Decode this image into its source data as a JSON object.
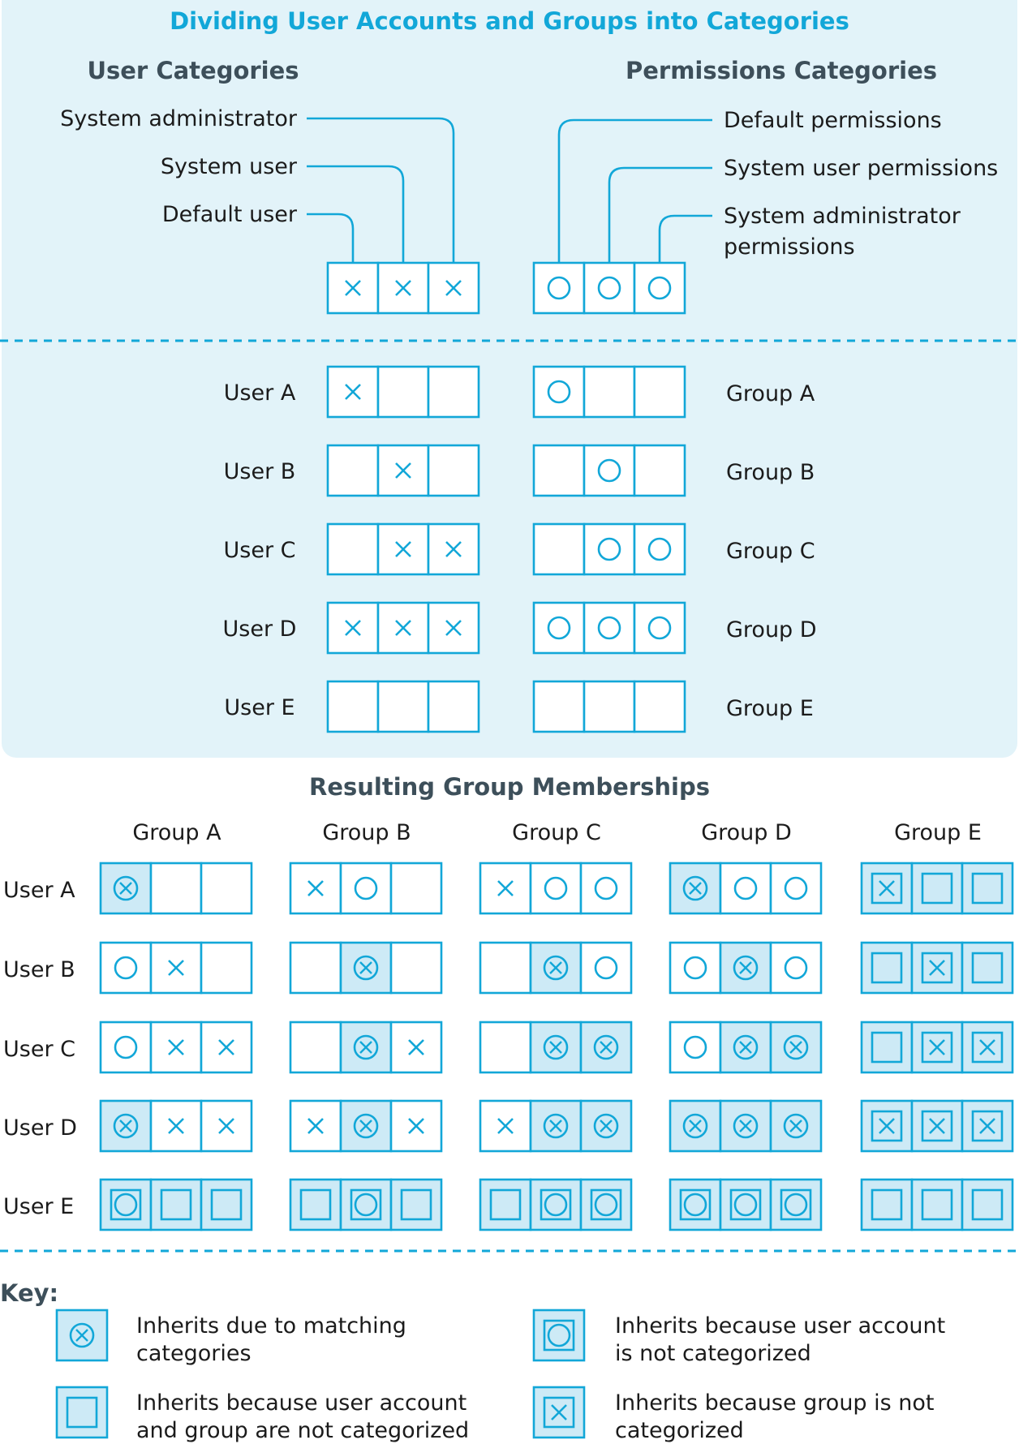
{
  "title": "Dividing User Accounts and Groups into Categories",
  "headings": {
    "user_categories": "User Categories",
    "permissions_categories": "Permissions Categories",
    "resulting": "Resulting Group Memberships",
    "key": "Key:"
  },
  "user_categories": [
    "System administrator",
    "System user",
    "Default user"
  ],
  "permission_categories": [
    "Default permissions",
    "System user permissions",
    "System administrator permissions"
  ],
  "users": [
    {
      "name": "User A",
      "cats": [
        1,
        0,
        0
      ]
    },
    {
      "name": "User B",
      "cats": [
        0,
        1,
        0
      ]
    },
    {
      "name": "User C",
      "cats": [
        0,
        1,
        1
      ]
    },
    {
      "name": "User D",
      "cats": [
        1,
        1,
        1
      ]
    },
    {
      "name": "User E",
      "cats": [
        0,
        0,
        0
      ]
    }
  ],
  "groups": [
    {
      "name": "Group A",
      "cats": [
        1,
        0,
        0
      ]
    },
    {
      "name": "Group B",
      "cats": [
        0,
        1,
        0
      ]
    },
    {
      "name": "Group C",
      "cats": [
        0,
        1,
        1
      ]
    },
    {
      "name": "Group D",
      "cats": [
        1,
        1,
        1
      ]
    },
    {
      "name": "Group E",
      "cats": [
        0,
        0,
        0
      ]
    }
  ],
  "key": [
    {
      "symbol": "match",
      "text": [
        "Inherits due to matching",
        "categories"
      ]
    },
    {
      "symbol": "user_uncat",
      "text": [
        "Inherits because user account",
        "is not categorized"
      ]
    },
    {
      "symbol": "both_uncat",
      "text": [
        "Inherits because user account",
        "and group are not categorized"
      ]
    },
    {
      "symbol": "group_uncat",
      "text": [
        "Inherits because group is not",
        "categorized"
      ]
    }
  ],
  "colors": {
    "accent": "#12a7d8",
    "panel": "#e2f3f9",
    "highlight": "#cdeaf6",
    "heading": "#3d4f5a"
  }
}
